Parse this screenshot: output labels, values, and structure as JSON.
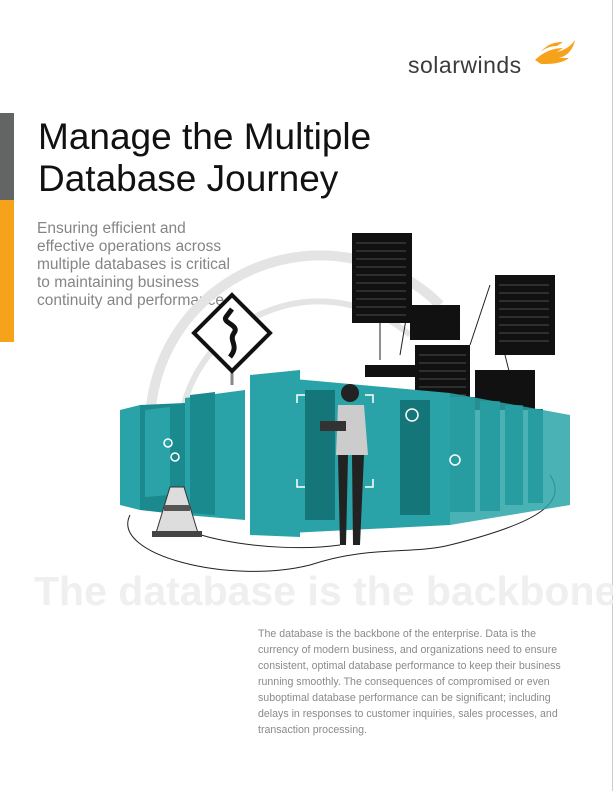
{
  "brand": {
    "name": "solarwinds",
    "accent_color": "#f7a21b",
    "secondary_color": "#636564"
  },
  "title": "Manage the Multiple Database Journey",
  "title_lines": [
    "Manage the Multiple",
    "Database Journey"
  ],
  "subtitle": "Ensuring efficient and effective operations across multiple databases is critical to maintaining business continuity and performance.",
  "section_heading_watermark": "The database is the backbone",
  "body_text": "The database is the backbone of the enterprise. Data is the currency of modern business, and organizations need to ensure consistent, optimal database performance to keep their business running smoothly. The consequences of compromised or even suboptimal database performance can be significant; including delays in responses to customer inquiries, sales processes, and transaction processing.",
  "illustration": {
    "rack_color": "#2aa3a8",
    "elements": [
      "server-racks",
      "winding-road-sign",
      "traffic-cone",
      "person-with-laptop",
      "database-schema-tables"
    ]
  }
}
